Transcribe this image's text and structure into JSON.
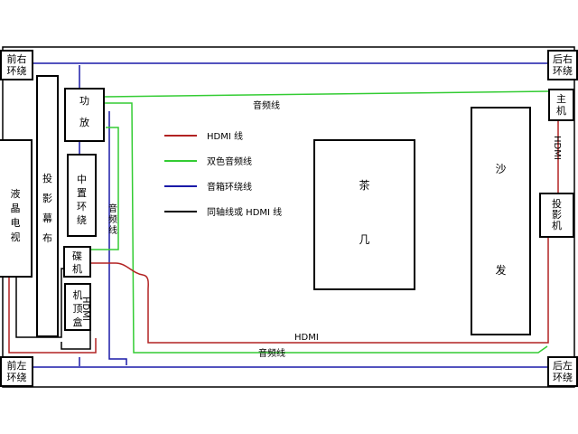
{
  "devices": {
    "front_right": "前右\n环绕",
    "rear_right": "后右\n环绕",
    "front_left": "前左\n环绕",
    "rear_left": "后左\n环绕",
    "host": "主\n机",
    "projector": "投\n影\n机",
    "tv": [
      "液",
      "晶",
      "电",
      "视"
    ],
    "screen": [
      "投",
      "影",
      "幕",
      "布"
    ],
    "amplifier": [
      "功",
      "放"
    ],
    "center_speaker": [
      "中",
      "置",
      "环",
      "绕"
    ],
    "disc_player": [
      "碟",
      "机"
    ],
    "settop_box": [
      "机",
      "顶",
      "盒"
    ],
    "tea_table": [
      "茶",
      "几"
    ],
    "sofa": [
      "沙",
      "发"
    ]
  },
  "legend": [
    {
      "label": "HDMI 线",
      "color": "#b22222"
    },
    {
      "label": "双色音频线",
      "color": "#33cc33"
    },
    {
      "label": "音箱环绕线",
      "color": "#1a1aa8"
    },
    {
      "label": "同轴线或 HDMI 线",
      "color": "#000000"
    }
  ],
  "wire_labels": {
    "audio_top": "音频线",
    "audio_vertical": "音频线",
    "hdmi_vertical_left": "HDMI",
    "hdmi_vertical_right": "HDMI",
    "hdmi_bottom": "HDMI",
    "audio_bottom": "音频线"
  }
}
